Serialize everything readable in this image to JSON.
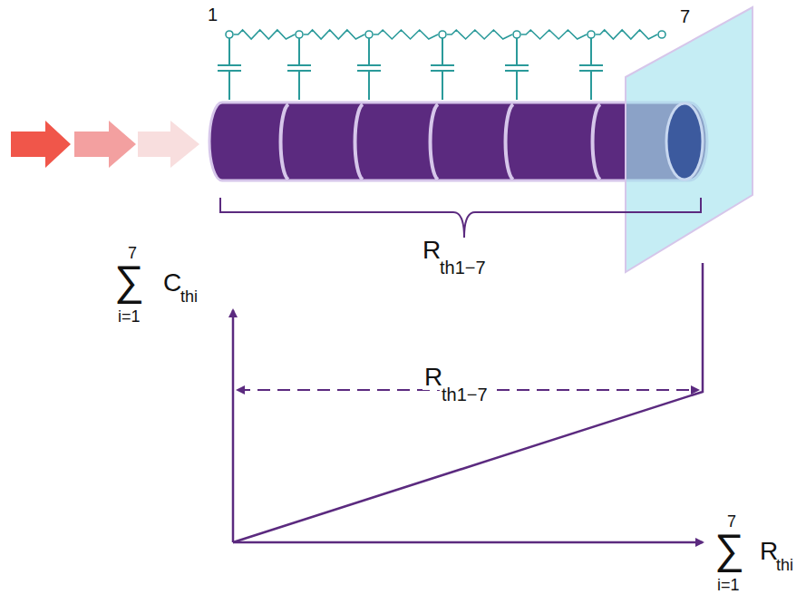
{
  "diagram": {
    "labels": [
      "1",
      "7",
      "R",
      "th1−7",
      "7",
      "∑",
      "i=1",
      "C",
      "thi",
      "R",
      "th1−7",
      "7",
      "∑",
      "i=1",
      "R",
      "thi"
    ]
  }
}
